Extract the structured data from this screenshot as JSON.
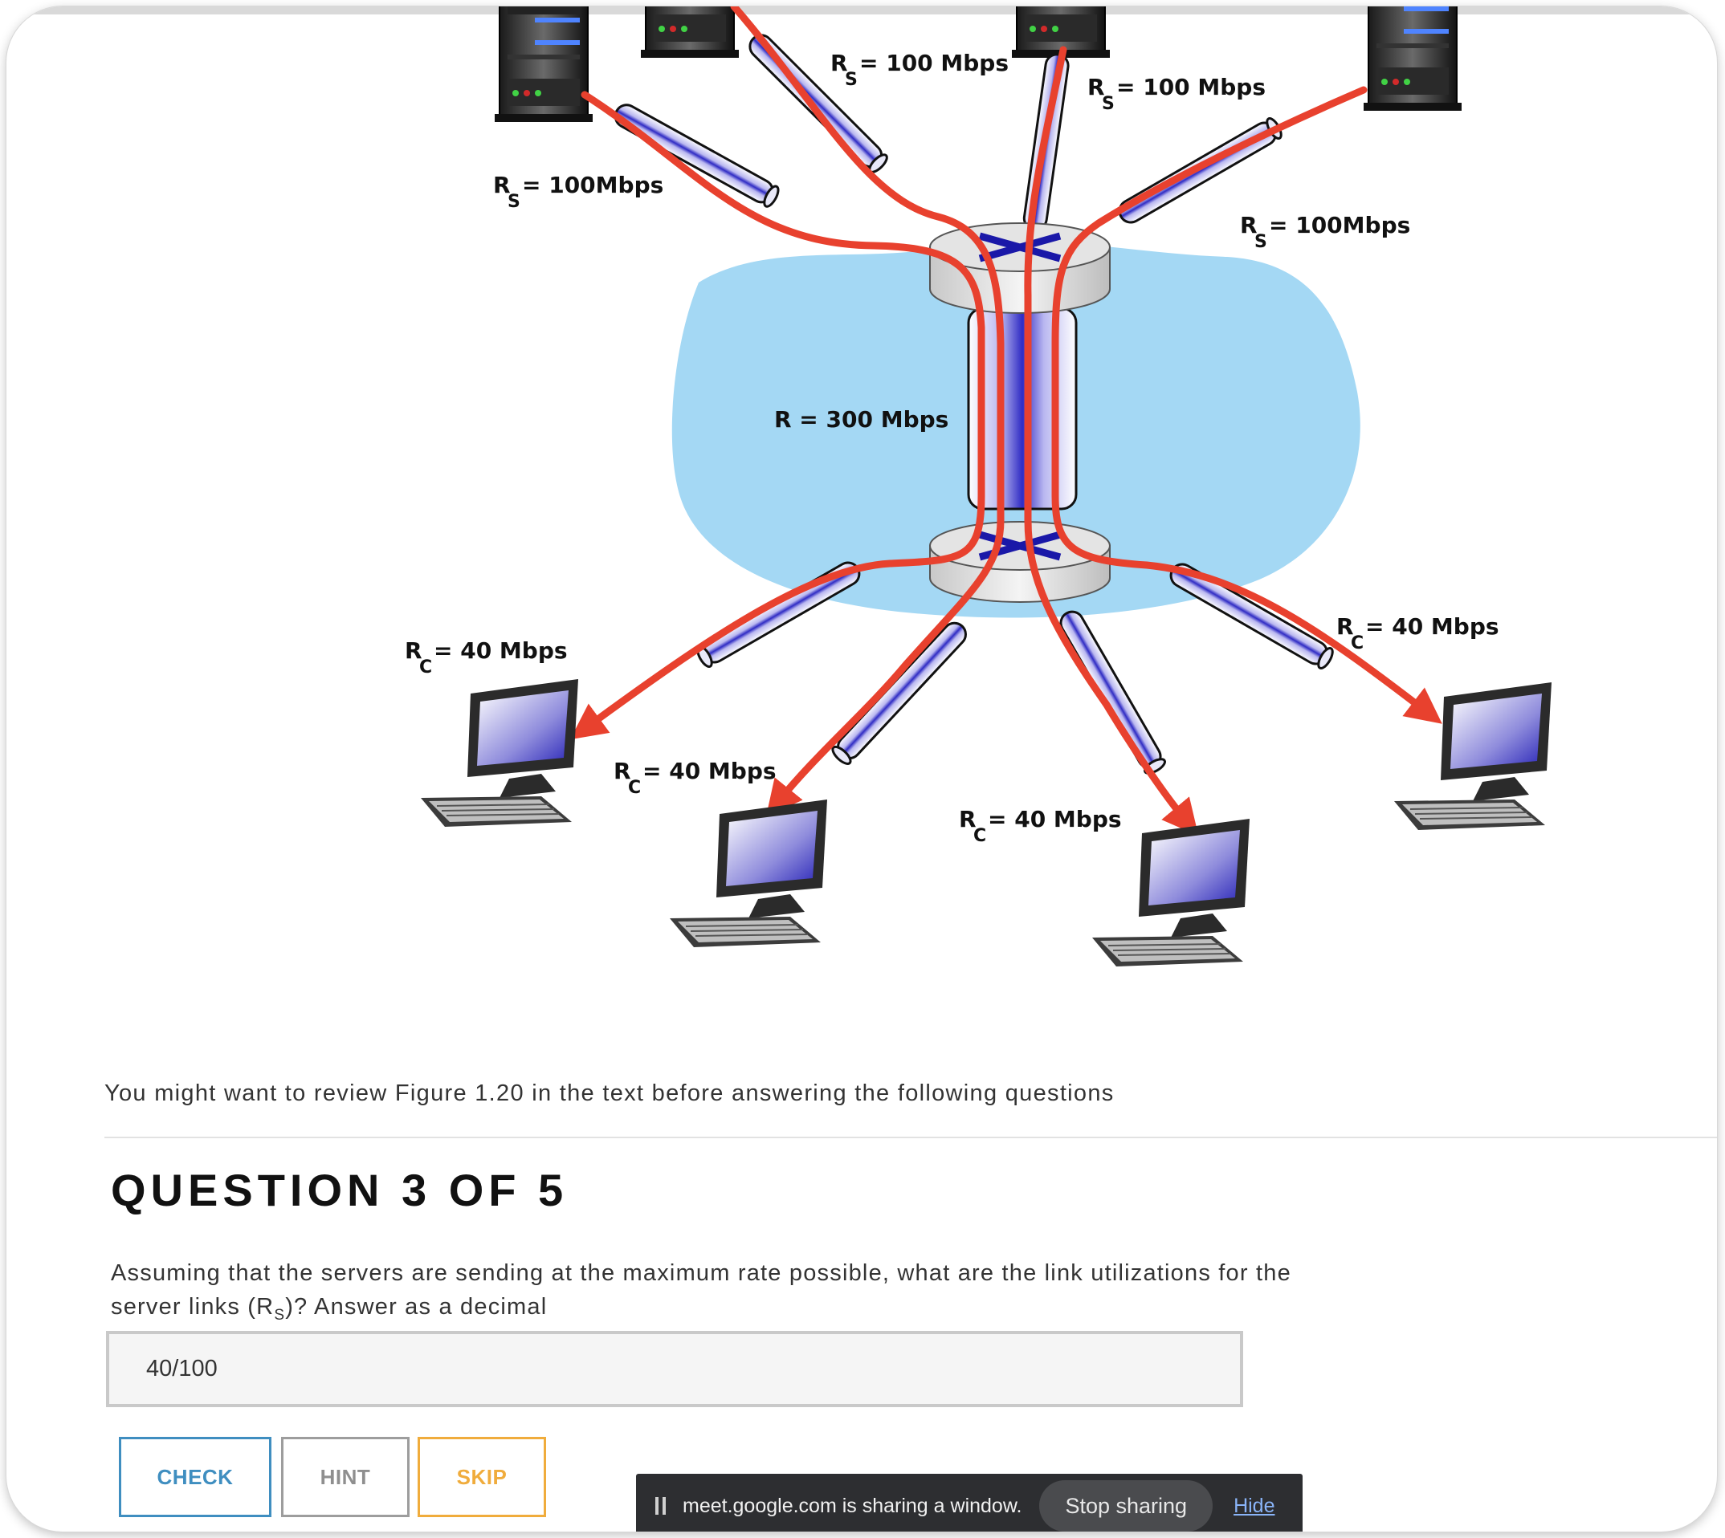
{
  "diagram": {
    "server_rate_labels": [
      {
        "main": "R",
        "sub": "S",
        "rest": "= 100  Mbps"
      },
      {
        "main": "R",
        "sub": "S",
        "rest": "= 100  Mbps"
      },
      {
        "main": "R",
        "sub": "S",
        "rest": "= 100Mbps"
      },
      {
        "main": "R",
        "sub": "S",
        "rest": "= 100Mbps"
      }
    ],
    "core_rate_label": "R  =  300  Mbps",
    "client_rate_labels": [
      {
        "main": "R",
        "sub": "C",
        "rest": "=  40  Mbps"
      },
      {
        "main": "R",
        "sub": "C",
        "rest": "=  40 Mbps"
      },
      {
        "main": "R",
        "sub": "C",
        "rest": "=  40 Mbps"
      },
      {
        "main": "R",
        "sub": "C",
        "rest": "=  40  Mbps"
      }
    ],
    "colors": {
      "cloud": "#a4d8f4",
      "flow": "#e8412e",
      "pipe": "#3a36c8"
    }
  },
  "intro_text": "You might want to review Figure 1.20 in the text before answering the following questions",
  "question": {
    "title": "QUESTION 3 OF 5",
    "text_before": "Assuming that the servers are sending at the maximum rate possible, what are the link utilizations for the server links (R",
    "text_sub": "S",
    "text_after": ")? Answer as a decimal",
    "answer_value": "40/100"
  },
  "buttons": {
    "check": "CHECK",
    "hint": "HINT",
    "skip": "SKIP"
  },
  "share_bar": {
    "message": "meet.google.com is sharing a window.",
    "stop_label": "Stop sharing",
    "hide_label": "Hide"
  }
}
